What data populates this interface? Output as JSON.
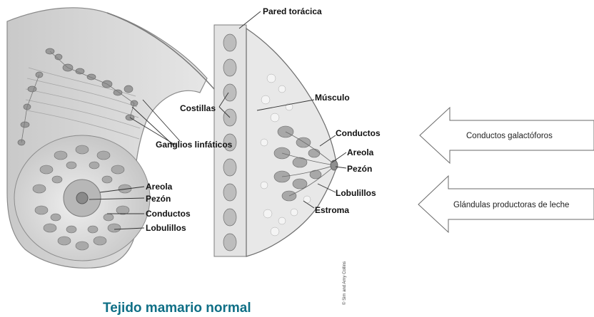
{
  "title": "Tejido mamario normal",
  "credit": "© Sim and Amy Collins",
  "labels": {
    "pared_toracica": "Pared torácica",
    "musculo": "Músculo",
    "costillas": "Costillas",
    "conductos_side": "Conductos",
    "areola_side": "Areola",
    "pezon_side": "Pezón",
    "lobulillos_side": "Lobulillos",
    "estroma": "Estroma",
    "ganglios": "Ganglios linfáticos",
    "areola_front": "Areola",
    "pezon_front": "Pezón",
    "conductos_front": "Conductos",
    "lobulillos_front": "Lobulillos"
  },
  "callouts": {
    "conductos_galactoforos": "Conductos galactóforos",
    "glandulas": "Glándulas productoras de leche"
  },
  "colors": {
    "title": "#0f6f86",
    "tissue": "#d8d8d8",
    "lobule": "#9c9c9c",
    "arrow_stroke": "#6a6a6a"
  }
}
